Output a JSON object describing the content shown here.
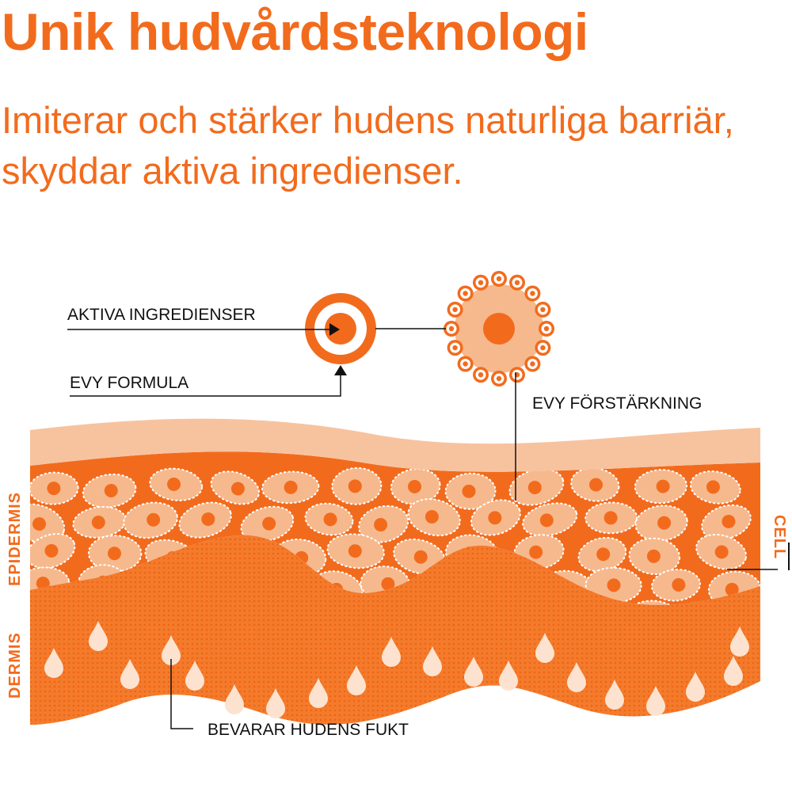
{
  "title": "Unik hudvårdsteknologi",
  "subtitle": "Imiterar och stärker hudens naturliga barriär, skyddar aktiva ingredienser.",
  "labels": {
    "active_ingredients": "AKTIVA INGREDIENSER",
    "formula": "EVY FORMULA",
    "reinforcement": "EVY FÖRSTÄRKNING",
    "moisture": "BEVARAR HUDENS FUKT",
    "epidermis": "EPIDERMIS",
    "dermis": "DERMIS",
    "cell": "CELL"
  },
  "colors": {
    "brand_orange": "#f26b1d",
    "peach": "#f6b98d",
    "light_peach": "#f7c39f",
    "dermis": "#f47b2c",
    "droplet": "#fde3cf",
    "line": "#111111"
  }
}
